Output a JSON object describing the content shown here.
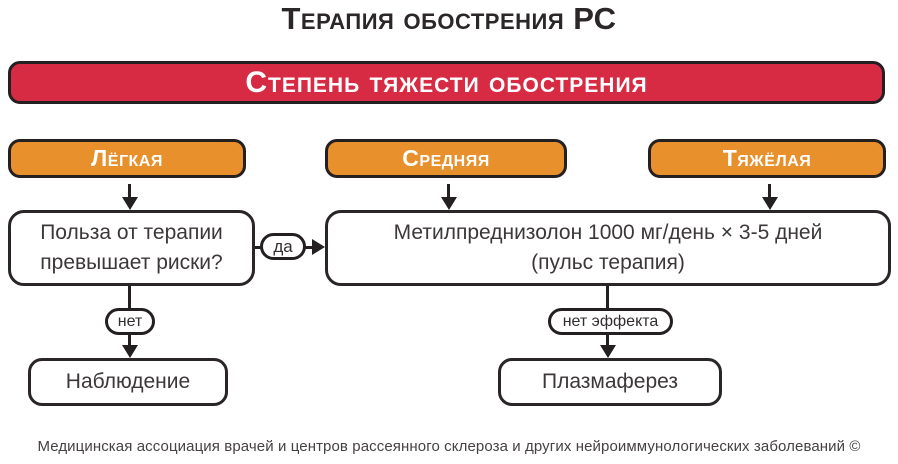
{
  "title": "Терапия обострения РС",
  "banner": {
    "label": "Степень тяжести обострения"
  },
  "severity_levels": [
    {
      "label": "Лёгкая"
    },
    {
      "label": "Средняя"
    },
    {
      "label": "Тяжёлая"
    }
  ],
  "nodes": {
    "benefit_question": {
      "line1": "Польза от терапии",
      "line2": "превышает риски?"
    },
    "pulse_therapy": {
      "line1": "Метилпреднизолон 1000 мг/день × 3-5 дней",
      "line2": "(пульс терапия)"
    },
    "observation": {
      "label": "Наблюдение"
    },
    "plasmapheresis": {
      "label": "Плазмаферез"
    }
  },
  "connectors": {
    "yes_label": "да",
    "no_label": "нет",
    "no_effect_label": "нет эффекта"
  },
  "colors": {
    "banner_red": "#d72b44",
    "severity_orange": "#e8902c",
    "line_dark": "#241f20"
  },
  "footer": {
    "credit": "Медицинская ассоциация врачей и центров рассеянного склероза и других нейроиммунологических заболеваний ©"
  }
}
